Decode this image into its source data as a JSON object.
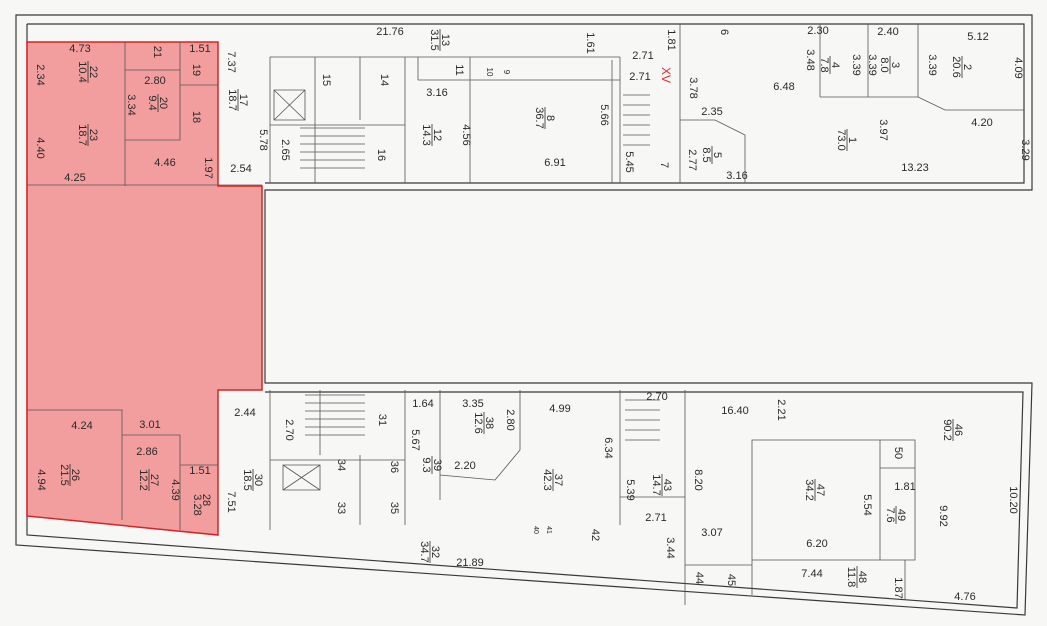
{
  "highlight_color": "#f08080",
  "section_marker": "XV",
  "rooms": [
    {
      "number": "22",
      "area": "10.4"
    },
    {
      "number": "23",
      "area": "18.7"
    },
    {
      "number": "21",
      "area": ""
    },
    {
      "number": "20",
      "area": "9.4"
    },
    {
      "number": "19",
      "area": ""
    },
    {
      "number": "18",
      "area": ""
    },
    {
      "number": "17",
      "area": "18.7"
    },
    {
      "number": "15",
      "area": ""
    },
    {
      "number": "14",
      "area": ""
    },
    {
      "number": "13",
      "area": "31.5"
    },
    {
      "number": "11",
      "area": ""
    },
    {
      "number": "10",
      "area": ""
    },
    {
      "number": "9",
      "area": ""
    },
    {
      "number": "12",
      "area": "14.3"
    },
    {
      "number": "16",
      "area": ""
    },
    {
      "number": "8",
      "area": "36.7"
    },
    {
      "number": "6",
      "area": ""
    },
    {
      "number": "7",
      "area": ""
    },
    {
      "number": "5",
      "area": "8.5"
    },
    {
      "number": "4",
      "area": "7.8"
    },
    {
      "number": "3",
      "area": "8.0"
    },
    {
      "number": "2",
      "area": "20.6"
    },
    {
      "number": "1",
      "area": "73.0"
    },
    {
      "number": "26",
      "area": "21.5"
    },
    {
      "number": "27",
      "area": "12.2"
    },
    {
      "number": "28",
      "area": ""
    },
    {
      "number": "30",
      "area": "18.5"
    },
    {
      "number": "31",
      "area": ""
    },
    {
      "number": "34",
      "area": ""
    },
    {
      "number": "36",
      "area": ""
    },
    {
      "number": "33",
      "area": ""
    },
    {
      "number": "35",
      "area": ""
    },
    {
      "number": "39",
      "area": "9.3"
    },
    {
      "number": "38",
      "area": "12.6"
    },
    {
      "number": "37",
      "area": "42.3"
    },
    {
      "number": "40",
      "area": ""
    },
    {
      "number": "41",
      "area": ""
    },
    {
      "number": "42",
      "area": ""
    },
    {
      "number": "43",
      "area": "14.7"
    },
    {
      "number": "44",
      "area": ""
    },
    {
      "number": "45",
      "area": ""
    },
    {
      "number": "32",
      "area": "34.7"
    },
    {
      "number": "47",
      "area": "34.2"
    },
    {
      "number": "48",
      "area": "11.8"
    },
    {
      "number": "49",
      "area": "7.6"
    },
    {
      "number": "50",
      "area": ""
    },
    {
      "number": "46",
      "area": "90.2"
    }
  ],
  "dimensions": [
    "4.73",
    "1.51",
    "2.34",
    "2.80",
    "3.34",
    "4.40",
    "4.25",
    "4.46",
    "1.97",
    "7.37",
    "5.78",
    "2.65",
    "2.54",
    "21.76",
    "3.16",
    "4.56",
    "1.61",
    "1.81",
    "2.71",
    "2.71",
    "3.78",
    "5.66",
    "6.91",
    "5.45",
    "2.35",
    "2.77",
    "3.16",
    "6.48",
    "2.30",
    "2.40",
    "5.12",
    "3.48",
    "3.39",
    "3.39",
    "3.39",
    "4.09",
    "4.20",
    "3.97",
    "13.23",
    "3.29",
    "4.24",
    "3.01",
    "2.86",
    "4.94",
    "4.39",
    "1.51",
    "3.28",
    "7.51",
    "2.44",
    "2.70",
    "5.67",
    "1.64",
    "3.35",
    "2.80",
    "2.20",
    "4.99",
    "6.34",
    "2.70",
    "16.40",
    "2.21",
    "5.39",
    "2.71",
    "8.20",
    "3.07",
    "3.44",
    "5.54",
    "6.20",
    "1.81",
    "9.92",
    "10.20",
    "7.44",
    "1.87",
    "4.76",
    "21.89"
  ]
}
